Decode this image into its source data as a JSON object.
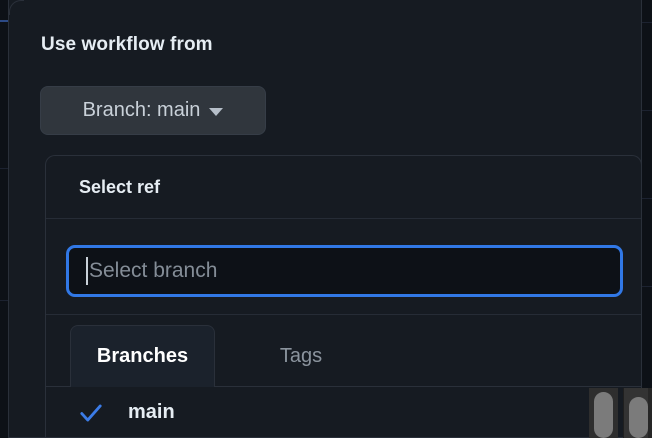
{
  "backdrop": {
    "name": "page-behind-dialog"
  },
  "dialog": {
    "title": "Use workflow from",
    "branch_button": {
      "label": "Branch: main",
      "caret_icon": "chevron-down-icon"
    }
  },
  "ref_panel": {
    "header_title": "Select ref",
    "search": {
      "placeholder": "Select branch",
      "value": "",
      "focused": true,
      "focus_ring_color": "#3178e6"
    },
    "tabs": [
      {
        "label": "Branches",
        "active": true
      },
      {
        "label": "Tags",
        "active": false
      }
    ],
    "refs": [
      {
        "label": "main",
        "selected": true,
        "check_icon": "check-icon"
      }
    ]
  },
  "scrollbars": {
    "inner": {
      "name": "inner-vertical-scrollbar"
    },
    "outer": {
      "name": "window-vertical-scrollbar"
    }
  },
  "colors": {
    "accent_blue": "#3178e6",
    "check_blue": "#3b7ce8",
    "dialog_bg": "#161b22",
    "panel_bg": "#161b22",
    "input_bg": "#0d1117",
    "button_bg": "#30363d",
    "text_primary": "#e6edf3",
    "text_muted": "#8b949e"
  }
}
